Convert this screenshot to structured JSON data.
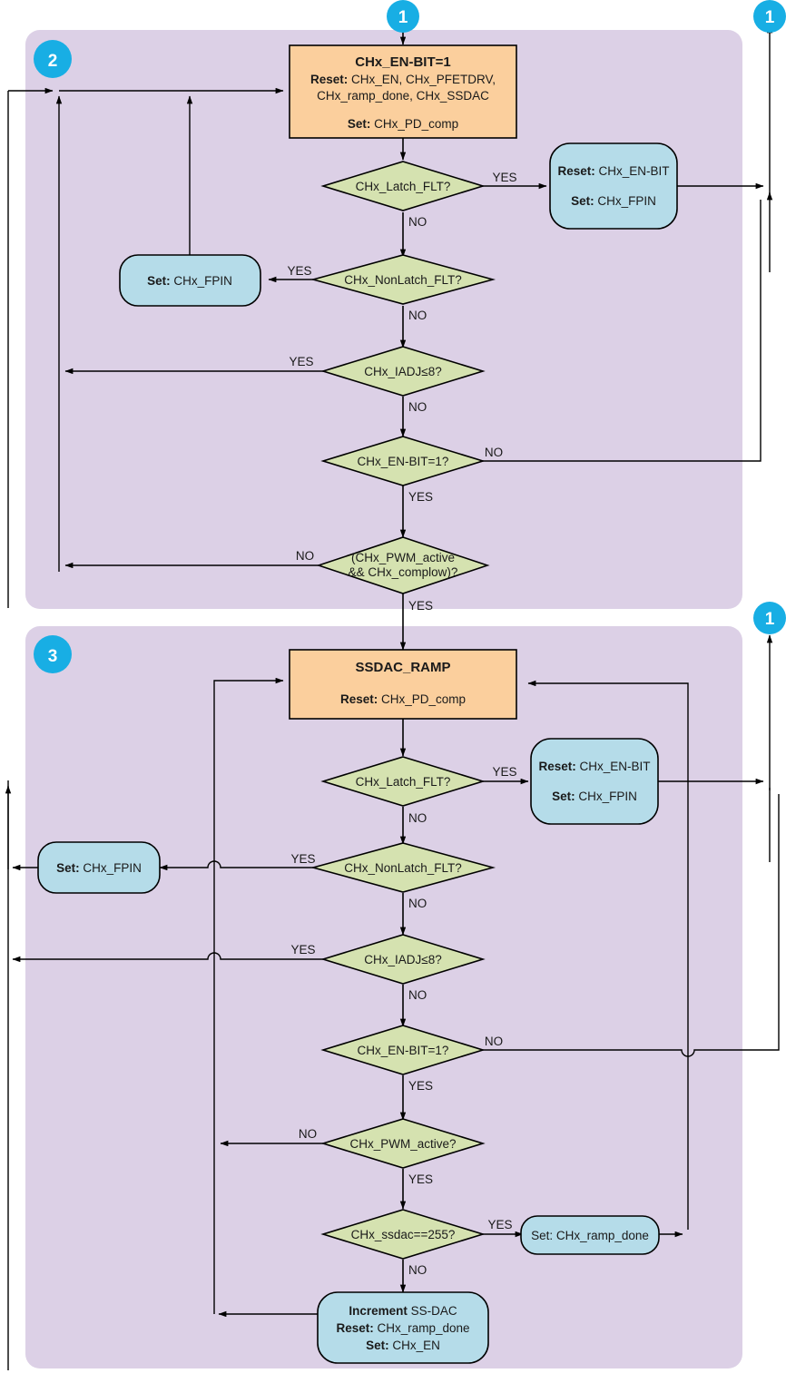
{
  "diagram": {
    "title": "CHx enable / soft-start DAC ramp state flowchart",
    "colors": {
      "section_bg": "#DCD0E6",
      "process_orange": "#FBCF9D",
      "decision_green": "#D5E2B0",
      "action_blue": "#B5DCE9",
      "badge_blue": "#18AEE4",
      "stroke": "#000000",
      "page_bg": "#FFFFFF"
    },
    "connector_labels": {
      "yes": "YES",
      "no": "NO"
    },
    "badges": [
      {
        "id": "badge-top-1",
        "label": "1"
      },
      {
        "id": "badge-section-2",
        "label": "2"
      },
      {
        "id": "badge-right-top-1",
        "label": "1"
      },
      {
        "id": "badge-right-mid-1",
        "label": "1"
      },
      {
        "id": "badge-section-3",
        "label": "3"
      }
    ],
    "sections": [
      {
        "id": "section-2",
        "badge": "2",
        "nodes": [
          {
            "id": "chx-en-bit-set",
            "type": "process",
            "title": "CHx_EN-BIT=1",
            "lines": [
              {
                "bold": "Reset:",
                "rest": " CHx_EN, CHx_PFETDRV,"
              },
              {
                "bold": "",
                "rest": "CHx_ramp_done, CHx_SSDAC"
              },
              {
                "bold": "",
                "rest": ""
              },
              {
                "bold": "Set:",
                "rest": " CHx_PD_comp"
              }
            ]
          },
          {
            "id": "dec-latch-flt-2",
            "type": "decision",
            "text": "CHx_Latch_FLT?"
          },
          {
            "id": "act-reset-enbit-set-fpin-2",
            "type": "action",
            "lines": [
              {
                "bold": "Reset:",
                "rest": " CHx_EN-BIT"
              },
              {
                "bold": "",
                "rest": ""
              },
              {
                "bold": "Set:",
                "rest": " CHx_FPIN"
              }
            ]
          },
          {
            "id": "dec-nonlatch-flt-2",
            "type": "decision",
            "text": "CHx_NonLatch_FLT?"
          },
          {
            "id": "act-set-fpin-2",
            "type": "action",
            "lines": [
              {
                "bold": "Set:",
                "rest": " CHx_FPIN"
              }
            ]
          },
          {
            "id": "dec-iadj-2",
            "type": "decision",
            "text": "CHx_IADJ≤8?"
          },
          {
            "id": "dec-enbit-2",
            "type": "decision",
            "text": "CHx_EN-BIT=1?"
          },
          {
            "id": "dec-pwm-complow-2",
            "type": "decision",
            "text_line1": "(CHx_PWM_active",
            "text_line2": "&& CHx_complow)?"
          }
        ]
      },
      {
        "id": "section-3",
        "badge": "3",
        "nodes": [
          {
            "id": "ssdac-ramp",
            "type": "process",
            "title": "SSDAC_RAMP",
            "lines": [
              {
                "bold": "",
                "rest": ""
              },
              {
                "bold": "Reset:",
                "rest": " CHx_PD_comp"
              }
            ]
          },
          {
            "id": "dec-latch-flt-3",
            "type": "decision",
            "text": "CHx_Latch_FLT?"
          },
          {
            "id": "act-reset-enbit-set-fpin-3",
            "type": "action",
            "lines": [
              {
                "bold": "Reset:",
                "rest": " CHx_EN-BIT"
              },
              {
                "bold": "",
                "rest": ""
              },
              {
                "bold": "Set:",
                "rest": " CHx_FPIN"
              }
            ]
          },
          {
            "id": "dec-nonlatch-flt-3",
            "type": "decision",
            "text": "CHx_NonLatch_FLT?"
          },
          {
            "id": "act-set-fpin-3",
            "type": "action",
            "lines": [
              {
                "bold": "Set:",
                "rest": " CHx_FPIN"
              }
            ]
          },
          {
            "id": "dec-iadj-3",
            "type": "decision",
            "text": "CHx_IADJ≤8?"
          },
          {
            "id": "dec-enbit-3",
            "type": "decision",
            "text": "CHx_EN-BIT=1?"
          },
          {
            "id": "dec-pwm-active-3",
            "type": "decision",
            "text": "CHx_PWM_active?"
          },
          {
            "id": "dec-ssdac-255",
            "type": "decision",
            "text": "CHx_ssdac==255?"
          },
          {
            "id": "act-set-ramp-done",
            "type": "action",
            "lines": [
              {
                "bold": "Set:",
                "rest": " CHx_ramp_done"
              }
            ]
          },
          {
            "id": "act-increment-ssdac",
            "type": "action",
            "lines": [
              {
                "bold": "Increment",
                "rest": " SS-DAC"
              },
              {
                "bold": "Reset:",
                "rest": " CHx_ramp_done"
              },
              {
                "bold": "Set:",
                "rest": " CHx_EN"
              }
            ]
          }
        ]
      }
    ]
  }
}
